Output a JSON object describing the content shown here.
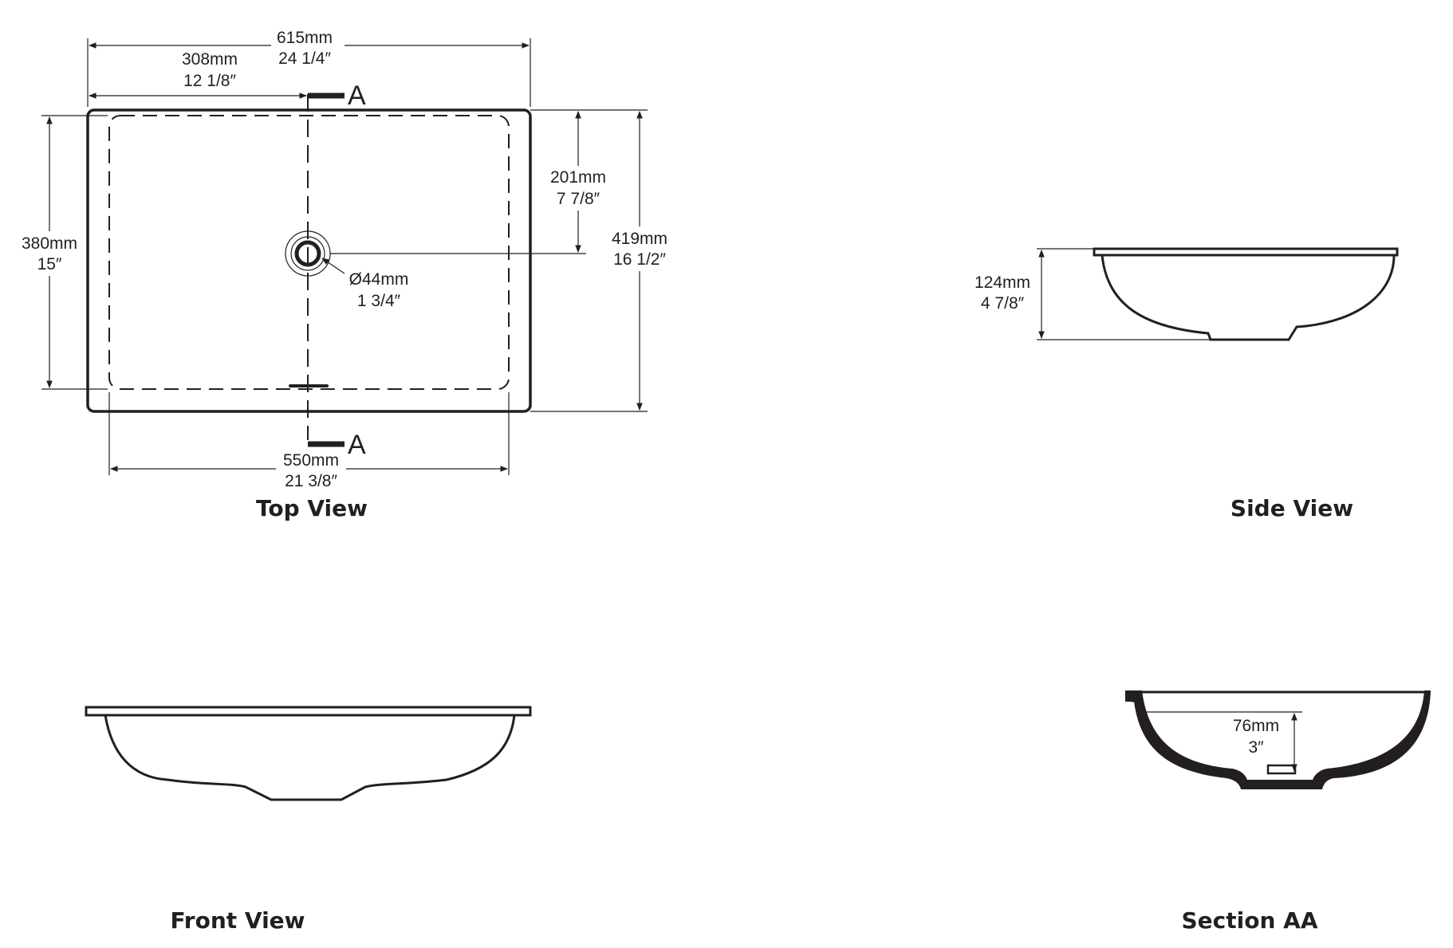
{
  "top_view": {
    "title": "Top View",
    "overall_width": {
      "mm": "615mm",
      "in": "24 1/4″"
    },
    "half_width": {
      "mm": "308mm",
      "in": "12 1/8″"
    },
    "inner_depth": {
      "mm": "380mm",
      "in": "15″"
    },
    "drain_offset": {
      "mm": "201mm",
      "in": "7 7/8″"
    },
    "overall_depth": {
      "mm": "419mm",
      "in": "16 1/2″"
    },
    "drain_diameter": {
      "mm": "Ø44mm",
      "in": "1 3/4″"
    },
    "inner_width": {
      "mm": "550mm",
      "in": "21 3/8″"
    },
    "section_marker": "A"
  },
  "side_view": {
    "title": "Side View",
    "height": {
      "mm": "124mm",
      "in": "4 7/8″"
    }
  },
  "front_view": {
    "title": "Front View"
  },
  "section_view": {
    "title": "Section AA",
    "bowl_depth": {
      "mm": "76mm",
      "in": "3″"
    }
  }
}
